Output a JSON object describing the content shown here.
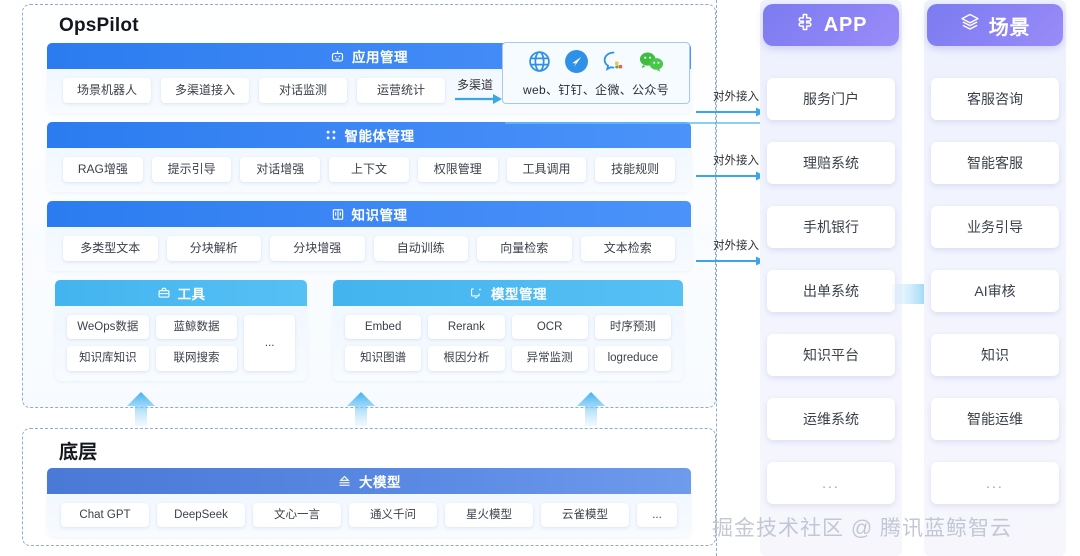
{
  "panel": {
    "title": "OpsPilot",
    "sections": [
      {
        "id": "app-mgmt",
        "title": "应用管理",
        "icon": "robot-icon",
        "items": [
          "场景机器人",
          "多渠道接入",
          "对话监测",
          "运营统计"
        ]
      },
      {
        "id": "agent-mgmt",
        "title": "智能体管理",
        "icon": "nodes-icon",
        "items": [
          "RAG增强",
          "提示引导",
          "对话增强",
          "上下文",
          "权限管理",
          "工具调用",
          "技能规则"
        ]
      },
      {
        "id": "knowledge-mgmt",
        "title": "知识管理",
        "icon": "book-icon",
        "items": [
          "多类型文本",
          "分块解析",
          "分块增强",
          "自动训练",
          "向量检索",
          "文本检索"
        ]
      }
    ],
    "tools": {
      "id": "tools-sec",
      "title": "工具",
      "icon": "toolbox-icon",
      "items": [
        "WeOps数据",
        "蓝鲸数据",
        "知识库知识",
        "联网搜索"
      ],
      "more": "..."
    },
    "models": {
      "id": "models-sec",
      "title": "模型管理",
      "icon": "monitor-icon",
      "items": [
        "Embed",
        "Rerank",
        "OCR",
        "时序预测",
        "知识图谱",
        "根因分析",
        "异常监测",
        "logreduce"
      ]
    }
  },
  "bottom": {
    "title": "底层",
    "llm": {
      "title": "大模型",
      "icon": "stack-icon",
      "items": [
        "Chat GPT",
        "DeepSeek",
        "文心一言",
        "通义千问",
        "星火模型",
        "云雀模型"
      ],
      "more": "..."
    }
  },
  "multichannel": {
    "label": "多渠道",
    "caption": "web、钉钉、企微、公众号",
    "icons": [
      "globe-icon",
      "dingtalk-icon",
      "wecom-icon",
      "wechat-icon"
    ]
  },
  "external": {
    "labels": [
      "对外接入",
      "对外接入",
      "对外接入"
    ]
  },
  "app_rail": {
    "title": "APP",
    "icon": "app-plus-icon",
    "items": [
      "服务门户",
      "理赔系统",
      "手机银行",
      "出单系统",
      "知识平台",
      "运维系统",
      "..."
    ]
  },
  "scene_rail": {
    "title": "场景",
    "icon": "layers-icon",
    "items": [
      "客服咨询",
      "智能客服",
      "业务引导",
      "AI审核",
      "知识",
      "智能运维",
      "..."
    ]
  },
  "watermark": "掘金技术社区 @ 腾讯蓝鲸智云",
  "colors": {
    "header_blue": "#2b7cf0",
    "header_cyan": "#43b4ef",
    "bottom_blue": "#4a79d6",
    "rail_purple": "#7b7cf0",
    "arrow_blue": "#2f9ce8",
    "dash_border": "#8fa9d8"
  }
}
